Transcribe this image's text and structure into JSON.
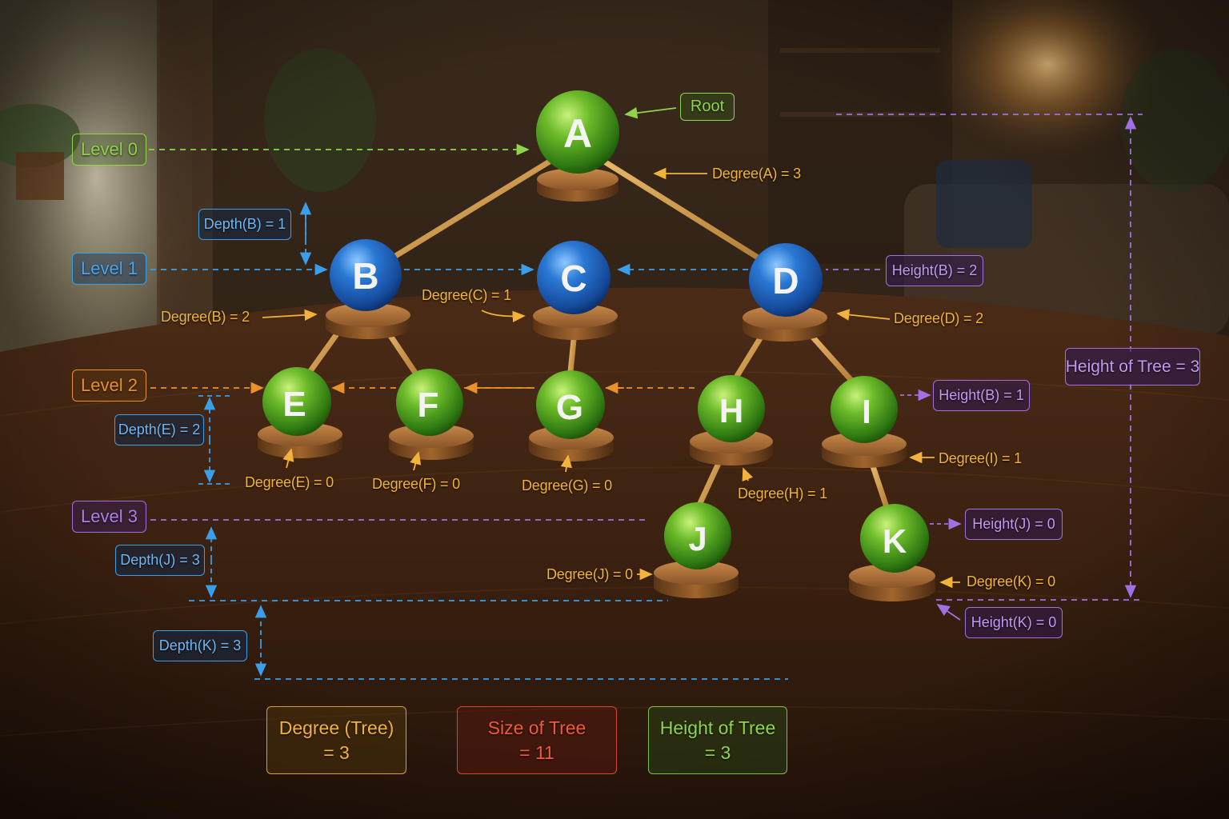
{
  "colors": {
    "green": "#8fd44a",
    "blue": "#3b9ee8",
    "orange": "#e9922c",
    "purple": "#b07ee8",
    "yellow": "#f2b33a",
    "red": "#ef5a3a"
  },
  "nodes": {
    "A": "A",
    "B": "B",
    "C": "C",
    "D": "D",
    "E": "E",
    "F": "F",
    "G": "G",
    "H": "H",
    "I": "I",
    "J": "J",
    "K": "K"
  },
  "labels": {
    "root": "Root",
    "level0": "Level 0",
    "level1": "Level 1",
    "level2": "Level 2",
    "level3": "Level 3",
    "depth_b": "Depth(B) = 1",
    "depth_e": "Depth(E) = 2",
    "depth_j": "Depth(J) = 3",
    "depth_k": "Depth(K) = 3",
    "height_b_1": "Height(B) = 2",
    "height_b_2": "Height(B) = 1",
    "height_j": "Height(J) = 0",
    "height_k": "Height(K) = 0",
    "height_of_tree": "Height of Tree = 3",
    "degree_a": "Degree(A) = 3",
    "degree_b": "Degree(B) = 2",
    "degree_c": "Degree(C) = 1",
    "degree_d": "Degree(D) = 2",
    "degree_e": "Degree(E) = 0",
    "degree_f": "Degree(F) = 0",
    "degree_g": "Degree(G) = 0",
    "degree_h": "Degree(H) = 1",
    "degree_i": "Degree(I) = 1",
    "degree_j": "Degree(J) = 0",
    "degree_k": "Degree(K) = 0"
  },
  "summary": {
    "degree_title": "Degree (Tree)",
    "degree_value": "= 3",
    "size_title": "Size of Tree",
    "size_value": "= 11",
    "height_title": "Height of Tree",
    "height_value": "= 3"
  }
}
